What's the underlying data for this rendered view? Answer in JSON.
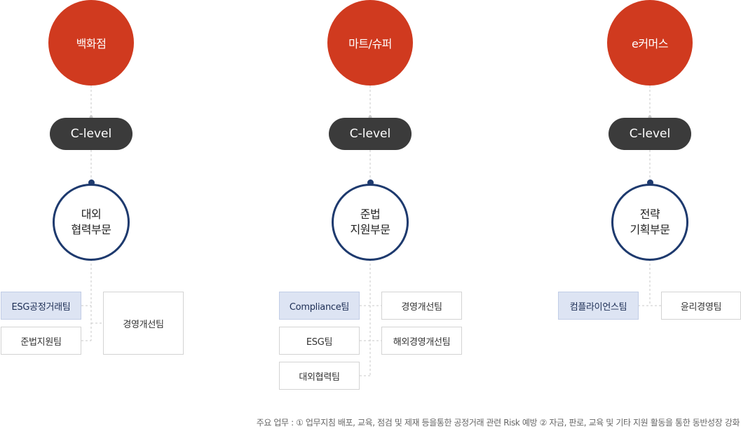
{
  "columns": [
    {
      "division": "백화점",
      "clevel": "C-level",
      "dept_line1": "대외",
      "dept_line2": "협력부문",
      "teams_left": [
        "ESG공정거래팀",
        "준법지원팀"
      ],
      "teams_right": [
        "경영개선팀"
      ]
    },
    {
      "division": "마트/슈퍼",
      "clevel": "C-level",
      "dept_line1": "준법",
      "dept_line2": "지원부문",
      "teams_left": [
        "Compliance팀",
        "ESG팀",
        "대외협력팀"
      ],
      "teams_right": [
        "경영개선팀",
        "해외경영개선팀"
      ]
    },
    {
      "division": "e커머스",
      "clevel": "C-level",
      "dept_line1": "전략",
      "dept_line2": "기획부문",
      "teams_left": [
        "컴플라이언스팀"
      ],
      "teams_right": [
        "윤리경영팀"
      ]
    }
  ],
  "footnote": "주요 업무 : ① 업무지침 배포, 교육, 점검 및 제재 등을통한 공정거래 관련 Risk 예방 ② 자금, 판로, 교육 및 기타 지원 활동을 통한 동반성장 강화",
  "colors": {
    "division": "#d03a1f",
    "clevel": "#3b3b3b",
    "dept_border": "#1e3a6e",
    "team_highlight": "#dde4f3",
    "connector": "#c8c8c8"
  }
}
